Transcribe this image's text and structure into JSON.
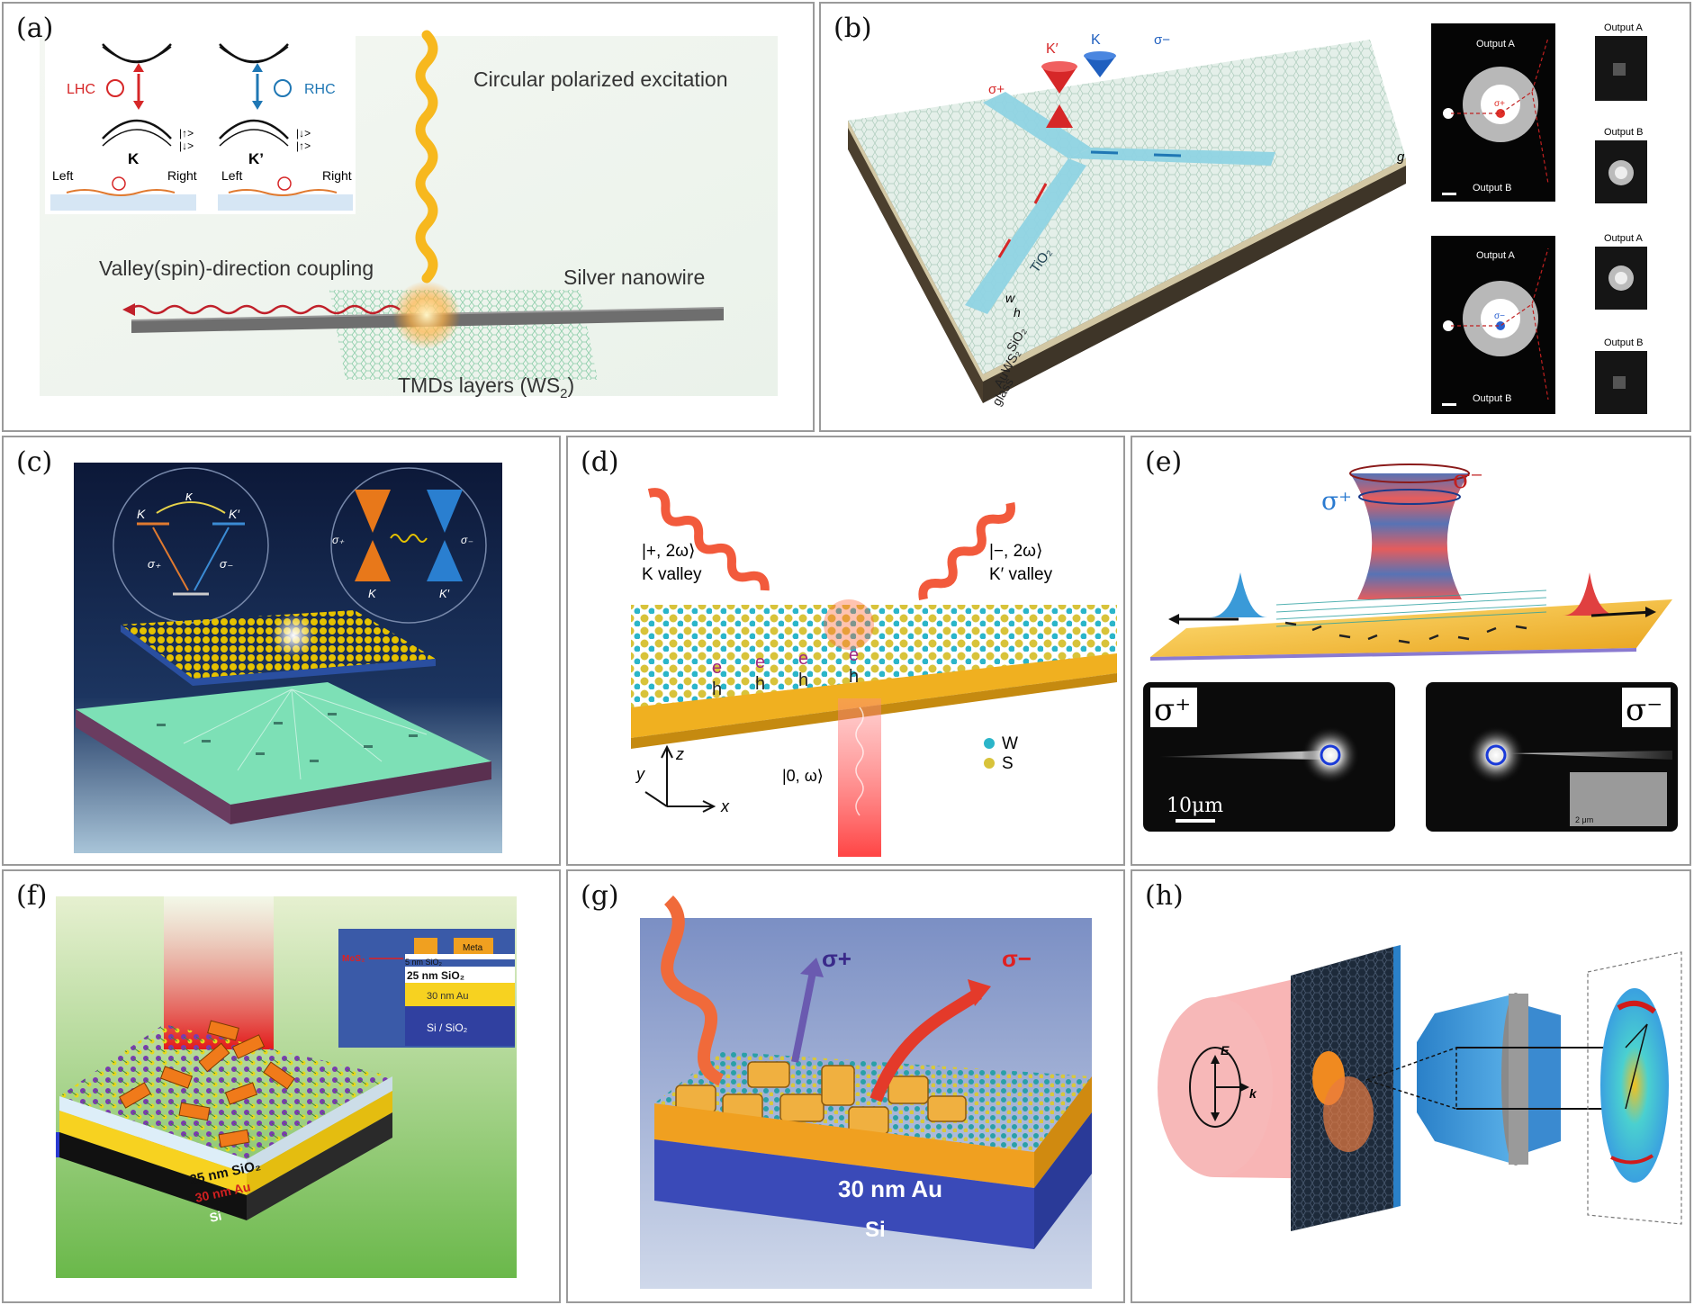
{
  "panels": {
    "a": {
      "label": "(a)",
      "lhc": "LHC",
      "rhc": "RHC",
      "k": "K",
      "kprime": "K’",
      "spin_k": [
        "|↑>",
        "|↓>"
      ],
      "spin_kp": [
        "|↓>",
        "|↑>"
      ],
      "left": "Left",
      "right": "Right",
      "excitation": "Circular polarized excitation",
      "coupling": "Valley(spin)-direction coupling",
      "nanowire": "Silver nanowire",
      "tmd": "TMDs layers (WS",
      "tmd_sub": "2",
      "tmd_end": ")"
    },
    "b": {
      "label": "(b)",
      "kprime": "K′",
      "k": "K",
      "sigma_plus": "σ+",
      "sigma_minus": "σ−",
      "g": "g",
      "w": "w",
      "h": "h",
      "tio2": "TiO₂",
      "sio2": "SiO₂",
      "ws2": "WS₂",
      "au": "Au",
      "glass": "glass",
      "output_a": "Output A",
      "output_b": "Output B",
      "marker_plus": "σ+",
      "marker_minus": "σ−"
    },
    "c": {
      "label": "(c)",
      "kappa": "κ",
      "k": "K",
      "kprime": "K′",
      "sigma_plus": "σ₊",
      "sigma_minus": "σ₋"
    },
    "d": {
      "label": "(d)",
      "plus_state": "|+, 2ω⟩",
      "k_valley": "K valley",
      "minus_state": "|−, 2ω⟩",
      "kp_valley": "K′ valley",
      "zero_state": "|0, ω⟩",
      "w": "W",
      "s": "S",
      "axis_x": "x",
      "axis_y": "y",
      "axis_z": "z",
      "e": "e",
      "h": "h"
    },
    "e": {
      "label": "(e)",
      "sigma_plus": "σ⁺",
      "sigma_minus": "σ⁻",
      "scale": "10μm",
      "inset_scale": "2 μm"
    },
    "f": {
      "label": "(f)",
      "mos2": "MoS₂",
      "meta": "Meta",
      "sio2_5": "5 nm SiO₂",
      "sio2_25": "25 nm SiO₂",
      "au_30": "30 nm Au",
      "si_sio2": "Si / SiO₂",
      "bottom_sio2": "25 nm SiO₂",
      "bottom_au": "30 nm Au",
      "bottom_si": "Si"
    },
    "g": {
      "label": "(g)",
      "sigma_plus": "σ+",
      "sigma_minus": "σ−",
      "au": "30 nm Au",
      "si": "Si"
    },
    "h": {
      "label": "(h)",
      "e": "E",
      "k": "k"
    }
  },
  "colors": {
    "panel_border": "#9a9a9a",
    "red": "#d62728",
    "blue": "#1f77b4",
    "gold": "#f2b632"
  }
}
